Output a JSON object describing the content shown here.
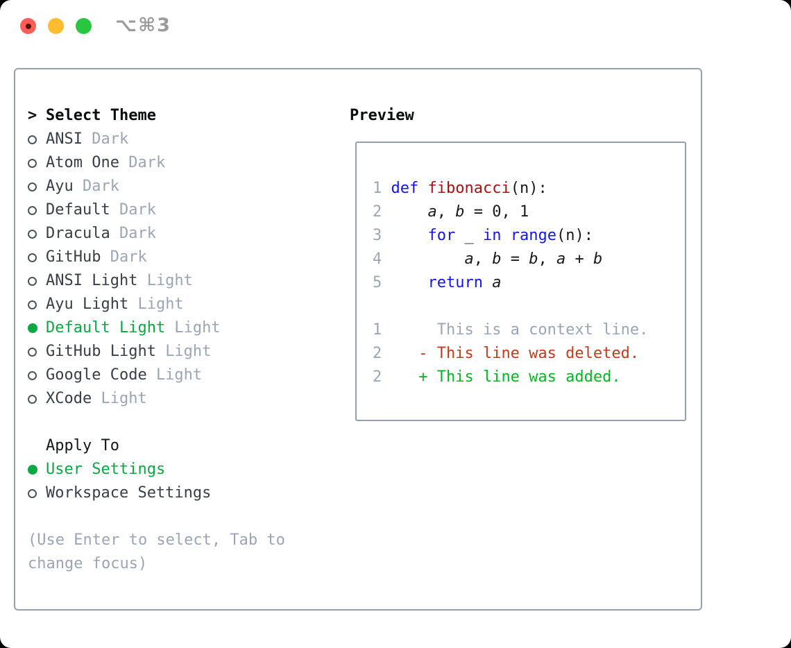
{
  "titlebar": {
    "shortcut": "⌥⌘3"
  },
  "theme_picker": {
    "header_marker": ">",
    "header": "Select Theme",
    "items": [
      {
        "name": "ANSI",
        "variant": "Dark",
        "selected": false
      },
      {
        "name": "Atom One",
        "variant": "Dark",
        "selected": false
      },
      {
        "name": "Ayu",
        "variant": "Dark",
        "selected": false
      },
      {
        "name": "Default",
        "variant": "Dark",
        "selected": false
      },
      {
        "name": "Dracula",
        "variant": "Dark",
        "selected": false
      },
      {
        "name": "GitHub",
        "variant": "Dark",
        "selected": false
      },
      {
        "name": "ANSI Light",
        "variant": "Light",
        "selected": false
      },
      {
        "name": "Ayu Light",
        "variant": "Light",
        "selected": false
      },
      {
        "name": "Default Light",
        "variant": "Light",
        "selected": true
      },
      {
        "name": "GitHub Light",
        "variant": "Light",
        "selected": false
      },
      {
        "name": "Google Code",
        "variant": "Light",
        "selected": false
      },
      {
        "name": "XCode",
        "variant": "Light",
        "selected": false
      }
    ],
    "apply_to": {
      "header": "Apply To",
      "options": [
        {
          "name": "User Settings",
          "selected": true
        },
        {
          "name": "Workspace Settings",
          "selected": false
        }
      ]
    },
    "hint_lines": [
      "(Use Enter to select, Tab to",
      "change focus)"
    ]
  },
  "preview": {
    "title": "Preview",
    "code_lines": [
      {
        "ln": "1",
        "segments": [
          {
            "text": "def",
            "style": "kw"
          },
          {
            "text": " ",
            "style": "plain"
          },
          {
            "text": "fibonacci",
            "style": "fn"
          },
          {
            "text": "(n):",
            "style": "plain"
          }
        ]
      },
      {
        "ln": "2",
        "segments": [
          {
            "text": "    ",
            "style": "plain"
          },
          {
            "text": "a",
            "style": "var"
          },
          {
            "text": ", ",
            "style": "plain"
          },
          {
            "text": "b",
            "style": "var"
          },
          {
            "text": " = 0, 1",
            "style": "plain"
          }
        ]
      },
      {
        "ln": "3",
        "segments": [
          {
            "text": "    ",
            "style": "plain"
          },
          {
            "text": "for",
            "style": "kw"
          },
          {
            "text": " _ ",
            "style": "plain"
          },
          {
            "text": "in",
            "style": "kw"
          },
          {
            "text": " ",
            "style": "plain"
          },
          {
            "text": "range",
            "style": "kw"
          },
          {
            "text": "(n):",
            "style": "plain"
          }
        ]
      },
      {
        "ln": "4",
        "segments": [
          {
            "text": "        ",
            "style": "plain"
          },
          {
            "text": "a",
            "style": "var"
          },
          {
            "text": ", ",
            "style": "plain"
          },
          {
            "text": "b",
            "style": "var"
          },
          {
            "text": " = ",
            "style": "plain"
          },
          {
            "text": "b",
            "style": "var"
          },
          {
            "text": ", ",
            "style": "plain"
          },
          {
            "text": "a",
            "style": "var"
          },
          {
            "text": " + ",
            "style": "plain"
          },
          {
            "text": "b",
            "style": "var"
          }
        ]
      },
      {
        "ln": "5",
        "segments": [
          {
            "text": "    ",
            "style": "plain"
          },
          {
            "text": "return",
            "style": "kw"
          },
          {
            "text": " ",
            "style": "plain"
          },
          {
            "text": "a",
            "style": "var"
          }
        ]
      },
      {
        "ln": "",
        "segments": []
      },
      {
        "ln": "1",
        "segments": [
          {
            "text": "     This is a context line.",
            "style": "ctx"
          }
        ]
      },
      {
        "ln": "2",
        "segments": [
          {
            "text": "   - This line was deleted.",
            "style": "del"
          }
        ]
      },
      {
        "ln": "2",
        "segments": [
          {
            "text": "   + This line was added.",
            "style": "add"
          }
        ]
      }
    ]
  },
  "colors": {
    "selection_green": "#0aa842",
    "added_green": "#00b81f",
    "deleted_red": "#c23a20",
    "keyword_blue": "#1414ee",
    "function_red": "#a21313",
    "muted_gray": "#9ba5b3",
    "border_gray": "#96a0ac",
    "traffic_red": "#ff5d55",
    "traffic_yellow": "#febc2e",
    "traffic_green": "#28c73f"
  }
}
